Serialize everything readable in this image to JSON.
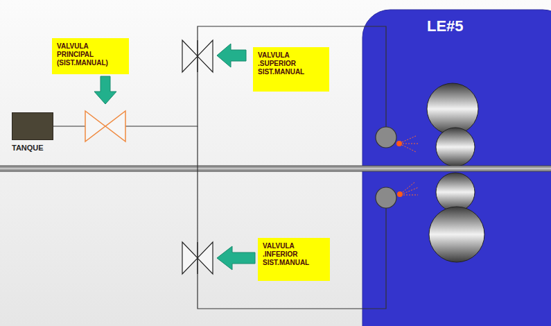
{
  "diagram": {
    "nodes": [
      {
        "text": [
          "VALVULA PRINCIPAL (SIST.MANUAL)"
        ]
      },
      {
        "text": [
          "VALVULA .SUPERIOR SIST.MANUAL"
        ]
      },
      {
        "text": [
          "LE#5"
        ]
      },
      {
        "text": [
          "TANQUE"
        ]
      },
      {
        "text": [
          "VALVULA .INFERIOR SIST.MANUAL"
        ]
      }
    ],
    "edges": [
      {
        "from": 3,
        "to": 2,
        "arrow": "none"
      }
    ]
  }
}
